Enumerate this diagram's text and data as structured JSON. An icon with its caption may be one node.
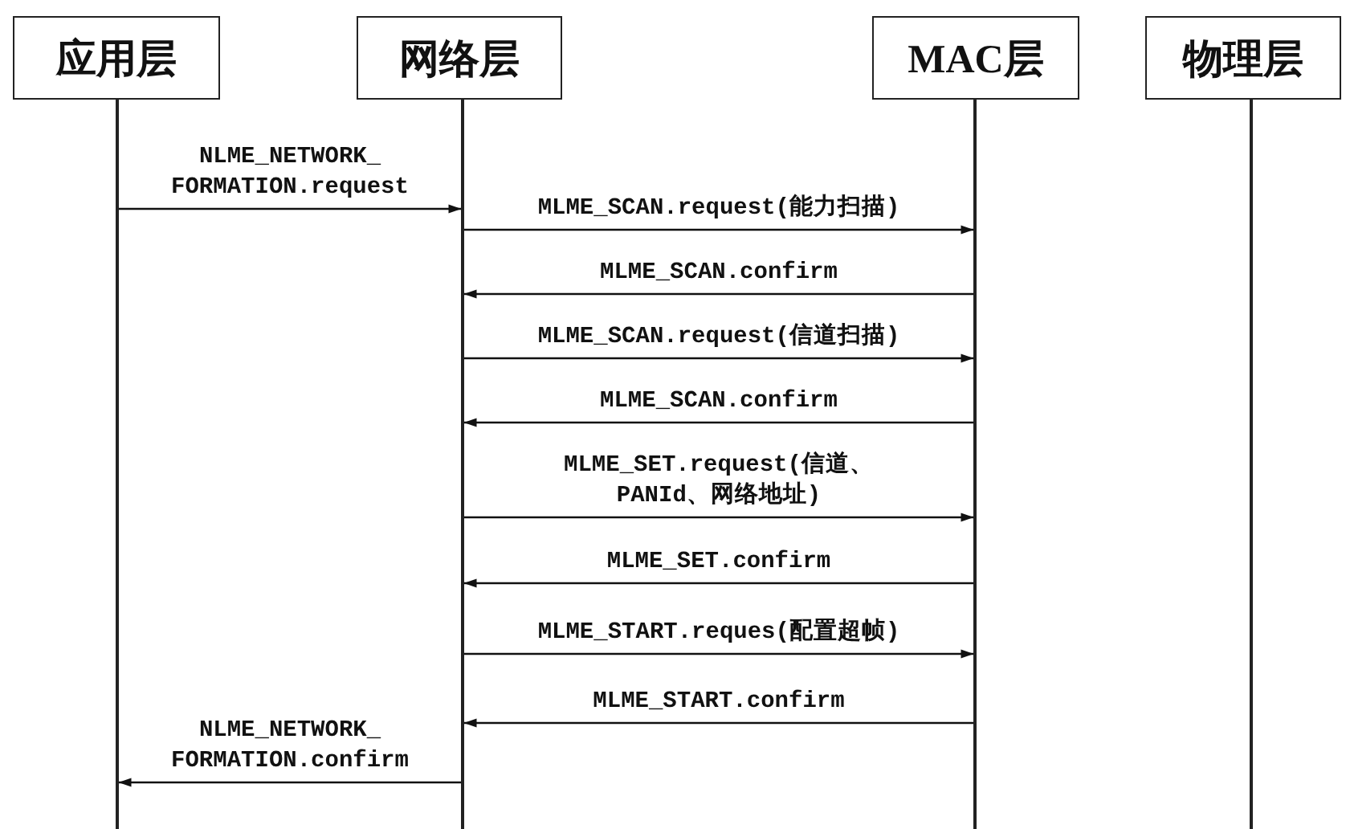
{
  "diagram": {
    "nodes": [
      {
        "text": [
          "应用层"
        ]
      },
      {
        "text": [
          "网络层"
        ]
      },
      {
        "text": [
          "MAC层"
        ]
      },
      {
        "text": [
          "物理层"
        ]
      },
      {
        "text": [],
        "shape": "line"
      },
      {
        "text": [],
        "shape": "line"
      },
      {
        "text": [],
        "shape": "line"
      },
      {
        "text": [],
        "shape": "line"
      }
    ],
    "edges": [
      {
        "from": 4,
        "to": 5,
        "arrow": "to",
        "label": "NLME_NETWORK_ FORMATION.request"
      },
      {
        "from": 5,
        "to": 6,
        "arrow": "to",
        "label": "MLME_SCAN.request(能力扫描)"
      },
      {
        "from": 6,
        "to": 5,
        "arrow": "to",
        "label": "MLME_SCAN.confirm"
      },
      {
        "from": 5,
        "to": 6,
        "arrow": "to",
        "label": "MLME_SCAN.request(信道扫描)"
      },
      {
        "from": 6,
        "to": 5,
        "arrow": "to",
        "label": "MLME_SCAN.confirm"
      },
      {
        "from": 5,
        "to": 6,
        "arrow": "to",
        "label": "MLME_SET.request(信道、PANId、网络地址)"
      },
      {
        "from": 6,
        "to": 5,
        "arrow": "to",
        "label": "MLME_SET.confirm"
      },
      {
        "from": 5,
        "to": 6,
        "arrow": "to",
        "label": "MLME_START.reques(配置超帧)"
      },
      {
        "from": 6,
        "to": 5,
        "arrow": "to",
        "label": "MLME_START.confirm"
      },
      {
        "from": 5,
        "to": 4,
        "arrow": "to",
        "label": "NLME_NETWORK_ FORMATION.confirm"
      }
    ]
  }
}
